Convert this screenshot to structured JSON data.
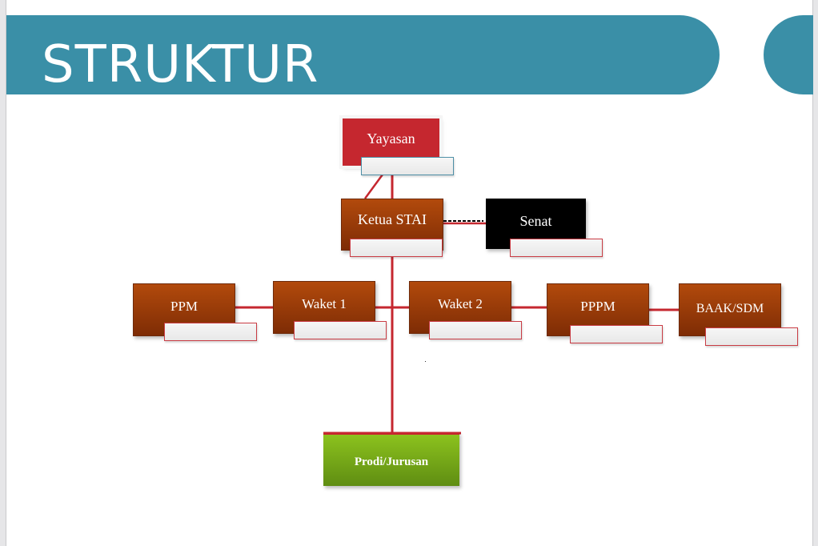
{
  "slide": {
    "title": "STRUKTUR",
    "accent_color": "#3a8fa7",
    "line_color": "#c5272f"
  },
  "org_chart": {
    "nodes": [
      {
        "id": "yayasan",
        "label": "Yayasan",
        "color": "#c5272f"
      },
      {
        "id": "ketua",
        "label": "Ketua STAI",
        "color": "#9a3a08"
      },
      {
        "id": "senat",
        "label": "Senat",
        "color": "#000000"
      },
      {
        "id": "ppm",
        "label": "PPM",
        "color": "#9a3a08"
      },
      {
        "id": "waket1",
        "label": "Waket 1",
        "color": "#9a3a08"
      },
      {
        "id": "waket2",
        "label": "Waket 2",
        "color": "#9a3a08"
      },
      {
        "id": "pppm",
        "label": "PPPM",
        "color": "#9a3a08"
      },
      {
        "id": "baak",
        "label": "BAAK/SDM",
        "color": "#9a3a08"
      },
      {
        "id": "prodi",
        "label": "Prodi/Jurusan",
        "color": "#7aad18"
      }
    ],
    "edges": [
      {
        "from": "yayasan",
        "to": "ketua",
        "style": "solid"
      },
      {
        "from": "ketua",
        "to": "senat",
        "style": "dashed"
      },
      {
        "from": "ketua",
        "to": "waket1",
        "style": "solid"
      },
      {
        "from": "ketua",
        "to": "waket2",
        "style": "solid"
      },
      {
        "from": "waket1",
        "to": "ppm",
        "style": "solid"
      },
      {
        "from": "waket2",
        "to": "pppm",
        "style": "solid"
      },
      {
        "from": "pppm",
        "to": "baak",
        "style": "solid"
      },
      {
        "from": "ketua",
        "to": "prodi",
        "style": "solid"
      }
    ]
  }
}
